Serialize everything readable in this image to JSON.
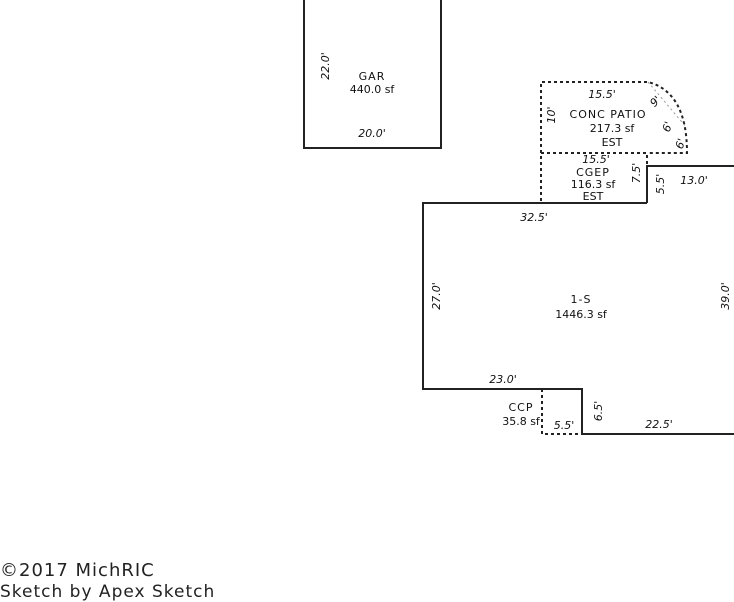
{
  "sketch": {
    "gar": {
      "name": "GAR",
      "area": "440.0 sf",
      "dim_side": "22.0'",
      "dim_bottom": "20.0'"
    },
    "patio": {
      "name": "CONC PATIO",
      "area": "217.3 sf",
      "note": "EST",
      "dim_top": "15.5'",
      "dim_left": "10'",
      "dim_arc": "9'",
      "dim_right1": "6'",
      "dim_right2": "6'"
    },
    "cgep": {
      "name": "CGEP",
      "area": "116.3 sf",
      "note": "EST",
      "dim_top": "15.5'",
      "dim_right": "7.5'"
    },
    "house": {
      "name": "1-S",
      "area": "1446.3 sf",
      "dim_top": "32.5'",
      "dim_left": "27.0'",
      "dim_right": "39.0'",
      "dim_step": "5.5'",
      "dim_ledge": "13.0'",
      "dim_bottom_left": "23.0'",
      "dim_bottom_right": "22.5'",
      "dim_notch": "6.5'"
    },
    "ccp": {
      "name": "CCP",
      "area": "35.8 sf",
      "dim_bottom": "5.5'"
    }
  },
  "footer": {
    "copyright": "©2017 MichRIC",
    "credit": "Sketch by Apex Sketch"
  }
}
